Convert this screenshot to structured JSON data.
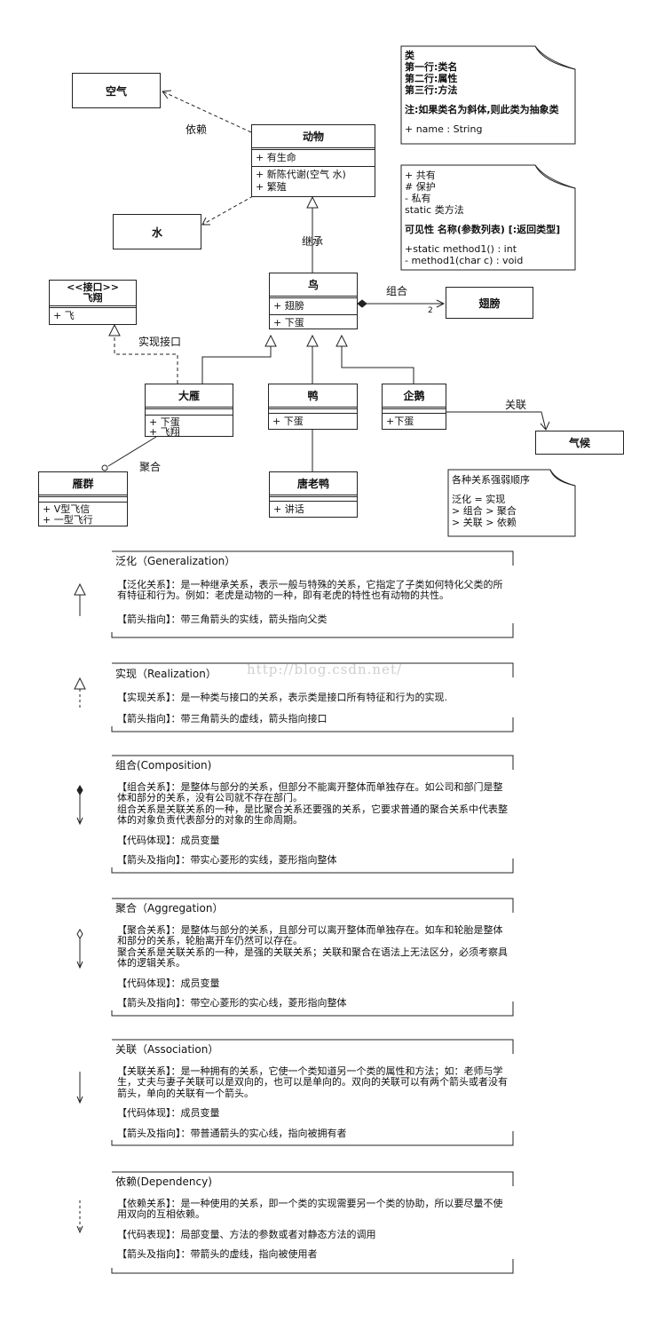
{
  "colors": {
    "line": "#222222",
    "background": "#ffffff",
    "watermark": "#cfcfcf"
  },
  "classes": {
    "air": {
      "name": "空气"
    },
    "water": {
      "name": "水"
    },
    "animal": {
      "name": "动物",
      "attributes": [
        "+ 有生命"
      ],
      "methods": [
        "+ 新陈代谢(空气 水)",
        "+ 繁殖"
      ]
    },
    "fly_interface": {
      "stereotype": "<<接口>>",
      "name": "飞翔",
      "methods": [
        "+ 飞"
      ]
    },
    "bird": {
      "name": "鸟",
      "attributes": [
        "+ 翅膀"
      ],
      "methods": [
        "+ 下蛋"
      ]
    },
    "wing": {
      "name": "翅膀"
    },
    "goose": {
      "name": "大雁",
      "attributes": [
        ""
      ],
      "methods": [
        "+ 下蛋",
        "+ 飞翔"
      ]
    },
    "duck": {
      "name": "鸭",
      "attributes": [
        ""
      ],
      "methods": [
        "+ 下蛋"
      ]
    },
    "penguin": {
      "name": "企鹅",
      "attributes": [
        ""
      ],
      "methods": [
        "+下蛋"
      ]
    },
    "climate": {
      "name": "气候"
    },
    "goose_flock": {
      "name": "雁群",
      "attributes": [
        ""
      ],
      "methods": [
        "+ V型飞信",
        "+ 一型飞行"
      ]
    },
    "donald": {
      "name": "唐老鸭",
      "attributes": [
        ""
      ],
      "methods": [
        "+ 讲话"
      ]
    }
  },
  "relations": {
    "dependency": "依赖",
    "inheritance": "继承",
    "composition": "组合",
    "composition_multiplicity": "2",
    "realization": "实现接口",
    "aggregation": "聚合",
    "association": "关联"
  },
  "notes": {
    "class_note": [
      "类",
      "第一行:类名",
      "第二行:属性",
      "第三行:方法",
      "",
      "注:如果类名为斜体,则此类为抽象类",
      "",
      "+ name : String"
    ],
    "visibility_note": [
      "+ 共有",
      "# 保护",
      "- 私有",
      "static 类方法",
      "",
      "可见性 名称(参数列表) [:返回类型]",
      "",
      "+static method1()    : int",
      "- method1(char c)   : void"
    ],
    "strength_note": [
      "各种关系强弱顺序",
      "",
      "泛化 = 实现",
      "> 组合 > 聚合",
      "> 关联 > 依赖"
    ]
  },
  "legend": [
    {
      "title": "泛化（Generalization）",
      "paragraphs": [
        "【泛化关系】：是一种继承关系，表示一般与特殊的关系，它指定了子类如何特化父类的所有特征和行为。例如：老虎是动物的一种，即有老虎的特性也有动物的共性。",
        "【箭头指向】：带三角箭头的实线，箭头指向父类"
      ]
    },
    {
      "title": "实现（Realization）",
      "paragraphs": [
        "【实现关系】：是一种类与接口的关系，表示类是接口所有特征和行为的实现.",
        "【箭头指向】：带三角箭头的虚线，箭头指向接口"
      ]
    },
    {
      "title": "组合(Composition)",
      "paragraphs": [
        "【组合关系】：是整体与部分的关系，但部分不能离开整体而单独存在。如公司和部门是整体和部分的关系，没有公司就不存在部门。\n组合关系是关联关系的一种，是比聚合关系还要强的关系，它要求普通的聚合关系中代表整体的对象负责代表部分的对象的生命周期。",
        "【代码体现】：成员变量",
        "【箭头及指向】：带实心菱形的实线，菱形指向整体"
      ]
    },
    {
      "title": "聚合（Aggregation）",
      "paragraphs": [
        "【聚合关系】：是整体与部分的关系，且部分可以离开整体而单独存在。如车和轮胎是整体和部分的关系，轮胎离开车仍然可以存在。\n聚合关系是关联关系的一种，是强的关联关系；关联和聚合在语法上无法区分，必须考察具体的逻辑关系。",
        "【代码体现】：成员变量",
        "【箭头及指向】：带空心菱形的实心线，菱形指向整体"
      ]
    },
    {
      "title": "关联（Association）",
      "paragraphs": [
        "【关联关系】：是一种拥有的关系，它使一个类知道另一个类的属性和方法；如：老师与学生，丈夫与妻子关联可以是双向的，也可以是单向的。双向的关联可以有两个箭头或者没有箭头，单向的关联有一个箭头。",
        "【代码体现】：成员变量",
        "【箭头及指向】：带普通箭头的实心线，指向被拥有者"
      ]
    },
    {
      "title": "依赖(Dependency)",
      "paragraphs": [
        "【依赖关系】：是一种使用的关系，即一个类的实现需要另一个类的协助，所以要尽量不使用双向的互相依赖。",
        "【代码表现】：局部变量、方法的参数或者对静态方法的调用",
        "【箭头及指向】：带箭头的虚线，指向被使用者"
      ]
    }
  ],
  "watermark": "http://blog.csdn.net/"
}
